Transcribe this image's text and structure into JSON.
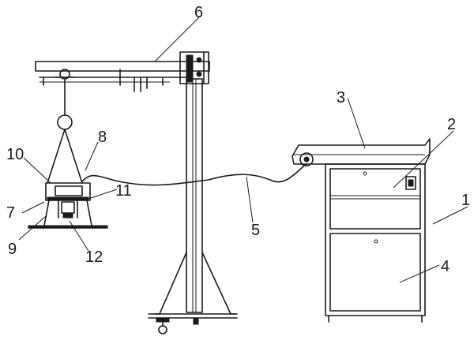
{
  "labels": {
    "l1": "1",
    "l2": "2",
    "l3": "3",
    "l4": "4",
    "l5": "5",
    "l6": "6",
    "l7": "7",
    "l8": "8",
    "l9": "9",
    "l10": "10",
    "l11": "11",
    "l12": "12"
  },
  "colors": {
    "ink": "#1a1a1a",
    "background": "#ffffff"
  }
}
